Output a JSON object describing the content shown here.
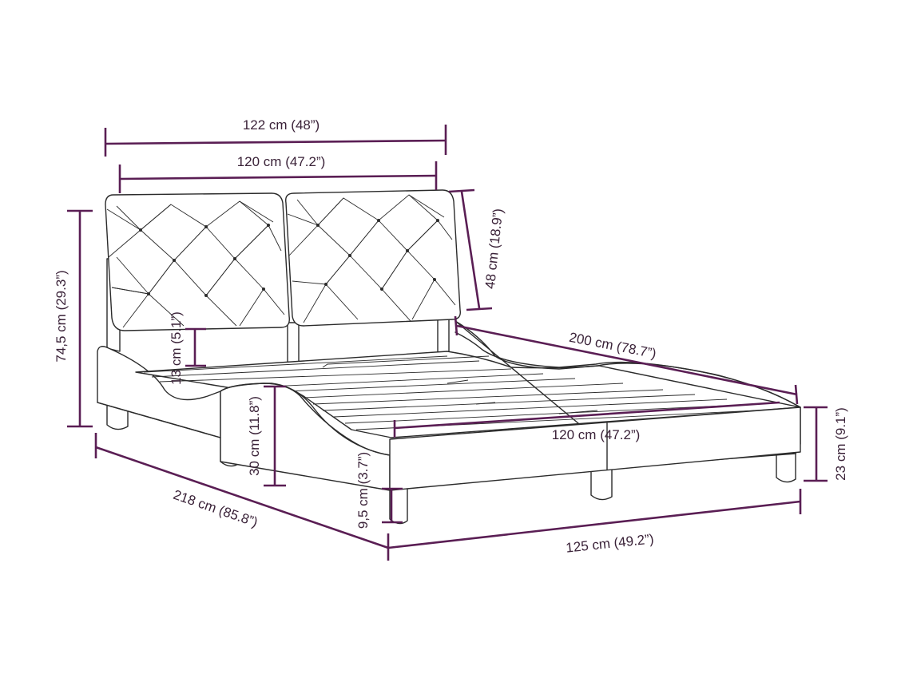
{
  "colors": {
    "dimension": "#5a1e54",
    "outline": "#2b2b2b",
    "background": "#ffffff"
  },
  "dimensions": {
    "headboard_outer_width": "122 cm (48”)",
    "headboard_inner_width": "120 cm (47.2”)",
    "headboard_panel_height": "48 cm (18.9”)",
    "total_height": "74,5 cm (29.3”)",
    "headboard_gap": "13 cm (5.1”)",
    "side_height": "30 cm (11.8”)",
    "total_length": "218 cm (85.8”)",
    "inner_length": "200 cm (78.7”)",
    "inner_width": "120 cm (47.2”)",
    "frame_height": "23 cm (9.1”)",
    "frame_thickness": "9,5 cm (3.7”)",
    "total_width": "125 cm (49.2”)"
  }
}
